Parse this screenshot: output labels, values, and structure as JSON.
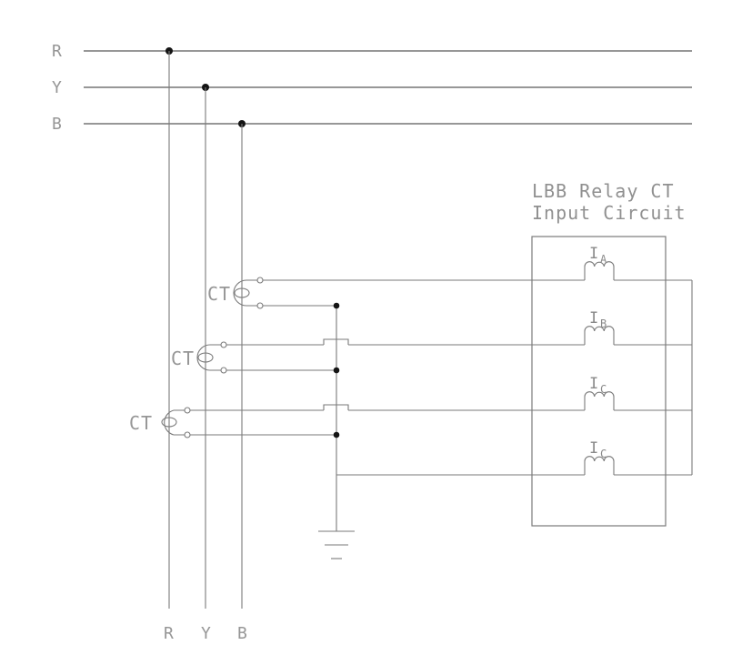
{
  "diagram": {
    "type": "electrical-schematic",
    "title": {
      "line1": "LBB Relay CT",
      "line2": "Input Circuit"
    },
    "bus_labels_left": [
      "R",
      "Y",
      "B"
    ],
    "bus_labels_bottom": [
      "R",
      "Y",
      "B"
    ],
    "ct_labels": [
      "CT",
      "CT",
      "CT"
    ],
    "relay_coils": [
      {
        "symbol": "I",
        "subscript": "A"
      },
      {
        "symbol": "I",
        "subscript": "B"
      },
      {
        "symbol": "I",
        "subscript": "C"
      },
      {
        "symbol": "I",
        "subscript": "C"
      }
    ],
    "colors": {
      "wire": "#7a7a7a",
      "label_text": "#969696",
      "junction_dot": "#141414",
      "background": "#ffffff"
    }
  }
}
